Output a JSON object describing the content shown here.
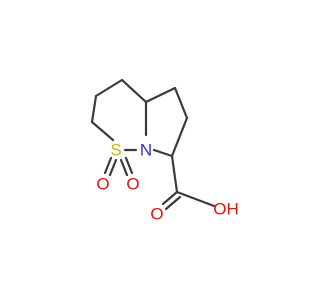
{
  "molecule": {
    "atoms": {
      "sulfur": {
        "symbol": "S",
        "color": "#c8b800"
      },
      "nitrogen": {
        "symbol": "N",
        "color": "#2a32d8"
      },
      "oxygen_s1": {
        "symbol": "O",
        "color": "#e8140c"
      },
      "oxygen_s2": {
        "symbol": "O",
        "color": "#e8140c"
      },
      "oxygen_carbonyl": {
        "symbol": "O",
        "color": "#e8140c"
      },
      "hydroxyl": {
        "symbol": "OH",
        "color": "#e8140c"
      }
    },
    "bond_color": "#3a3a3a"
  }
}
